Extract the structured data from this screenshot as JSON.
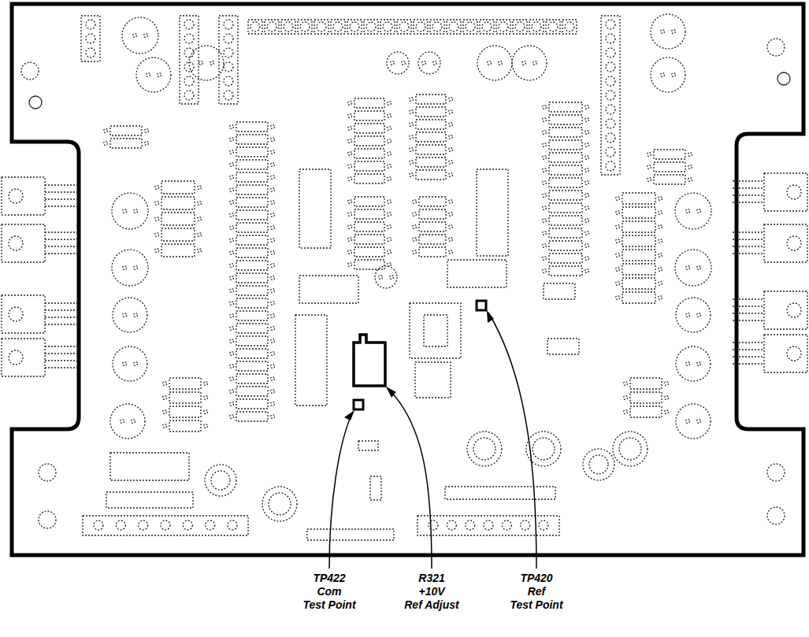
{
  "diagram": {
    "labels": [
      "TP422",
      "Com",
      "Test Point",
      "R321",
      "+10V",
      "Ref Adjust",
      "TP420",
      "Ref",
      "Test Point"
    ]
  }
}
